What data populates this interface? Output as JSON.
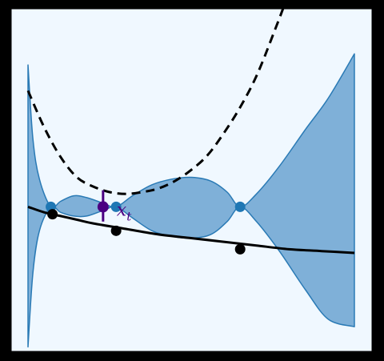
{
  "chart_data": {
    "type": "line",
    "title": "",
    "xlabel": "",
    "ylabel": "",
    "xlim": [
      0,
      1
    ],
    "ylim": [
      -0.75,
      1.1
    ],
    "grid": false,
    "legend": "none",
    "colors": {
      "background": "#f0f8ff",
      "frame": "#000000",
      "band_fill": "#7fb0d8",
      "band_edge": "#2a7ab5",
      "mean_dots": "#1f77b4",
      "highlight": "#4b0082",
      "line": "#000000"
    },
    "series": [
      {
        "type": "band",
        "points": [
          {
            "x": 0.0,
            "upper": 0.8,
            "lower": -0.73
          },
          {
            "x": 0.015,
            "upper": 0.4,
            "lower": -0.33
          },
          {
            "x": 0.035,
            "upper": 0.18,
            "lower": -0.1
          },
          {
            "x": 0.07,
            "upper": 0.03,
            "lower": 0.03
          },
          {
            "x": 0.1,
            "upper": 0.06,
            "lower": 0.0
          },
          {
            "x": 0.14,
            "upper": 0.09,
            "lower": -0.02
          },
          {
            "x": 0.18,
            "upper": 0.08,
            "lower": -0.02
          },
          {
            "x": 0.23,
            "upper": 0.05,
            "lower": 0.01
          },
          {
            "x": 0.27,
            "upper": 0.03,
            "lower": 0.03
          },
          {
            "x": 0.32,
            "upper": 0.09,
            "lower": -0.03
          },
          {
            "x": 0.38,
            "upper": 0.15,
            "lower": -0.1
          },
          {
            "x": 0.44,
            "upper": 0.18,
            "lower": -0.13
          },
          {
            "x": 0.5,
            "upper": 0.19,
            "lower": -0.14
          },
          {
            "x": 0.56,
            "upper": 0.17,
            "lower": -0.12
          },
          {
            "x": 0.61,
            "upper": 0.11,
            "lower": -0.05
          },
          {
            "x": 0.65,
            "upper": 0.03,
            "lower": 0.03
          },
          {
            "x": 0.7,
            "upper": 0.1,
            "lower": -0.05
          },
          {
            "x": 0.77,
            "upper": 0.25,
            "lower": -0.21
          },
          {
            "x": 0.85,
            "upper": 0.45,
            "lower": -0.42
          },
          {
            "x": 0.92,
            "upper": 0.62,
            "lower": -0.58
          },
          {
            "x": 1.0,
            "upper": 0.86,
            "lower": -0.62
          }
        ]
      },
      {
        "type": "dashed",
        "x": [
          0.0,
          0.05,
          0.1,
          0.15,
          0.2,
          0.25,
          0.3,
          0.35,
          0.4,
          0.45,
          0.5,
          0.55,
          0.6,
          0.65,
          0.7,
          0.75,
          0.8,
          0.85,
          0.87,
          0.91
        ],
        "y": [
          0.66,
          0.46,
          0.3,
          0.19,
          0.14,
          0.11,
          0.1,
          0.11,
          0.13,
          0.17,
          0.23,
          0.31,
          0.43,
          0.57,
          0.74,
          0.96,
          1.2,
          1.5,
          1.6,
          1.9
        ]
      },
      {
        "type": "line",
        "x": [
          0.0,
          0.05,
          0.1,
          0.15,
          0.2,
          0.3,
          0.4,
          0.5,
          0.6,
          0.7,
          0.8,
          0.9,
          1.0
        ],
        "y": [
          0.03,
          0.0,
          -0.02,
          -0.04,
          -0.06,
          -0.09,
          -0.12,
          -0.14,
          -0.16,
          -0.18,
          -0.2,
          -0.21,
          -0.22
        ]
      },
      {
        "type": "points",
        "marker": "blue",
        "x": [
          0.07,
          0.27,
          0.65
        ],
        "y": [
          0.03,
          0.03,
          0.03
        ]
      },
      {
        "type": "points",
        "marker": "black",
        "x": [
          0.075,
          0.27,
          0.65
        ],
        "y": [
          -0.01,
          -0.1,
          -0.2
        ]
      }
    ],
    "highlight": {
      "x": 0.23,
      "y_dot": 0.03,
      "y_from": -0.05,
      "y_to": 0.12,
      "annotation": "x_t"
    }
  }
}
